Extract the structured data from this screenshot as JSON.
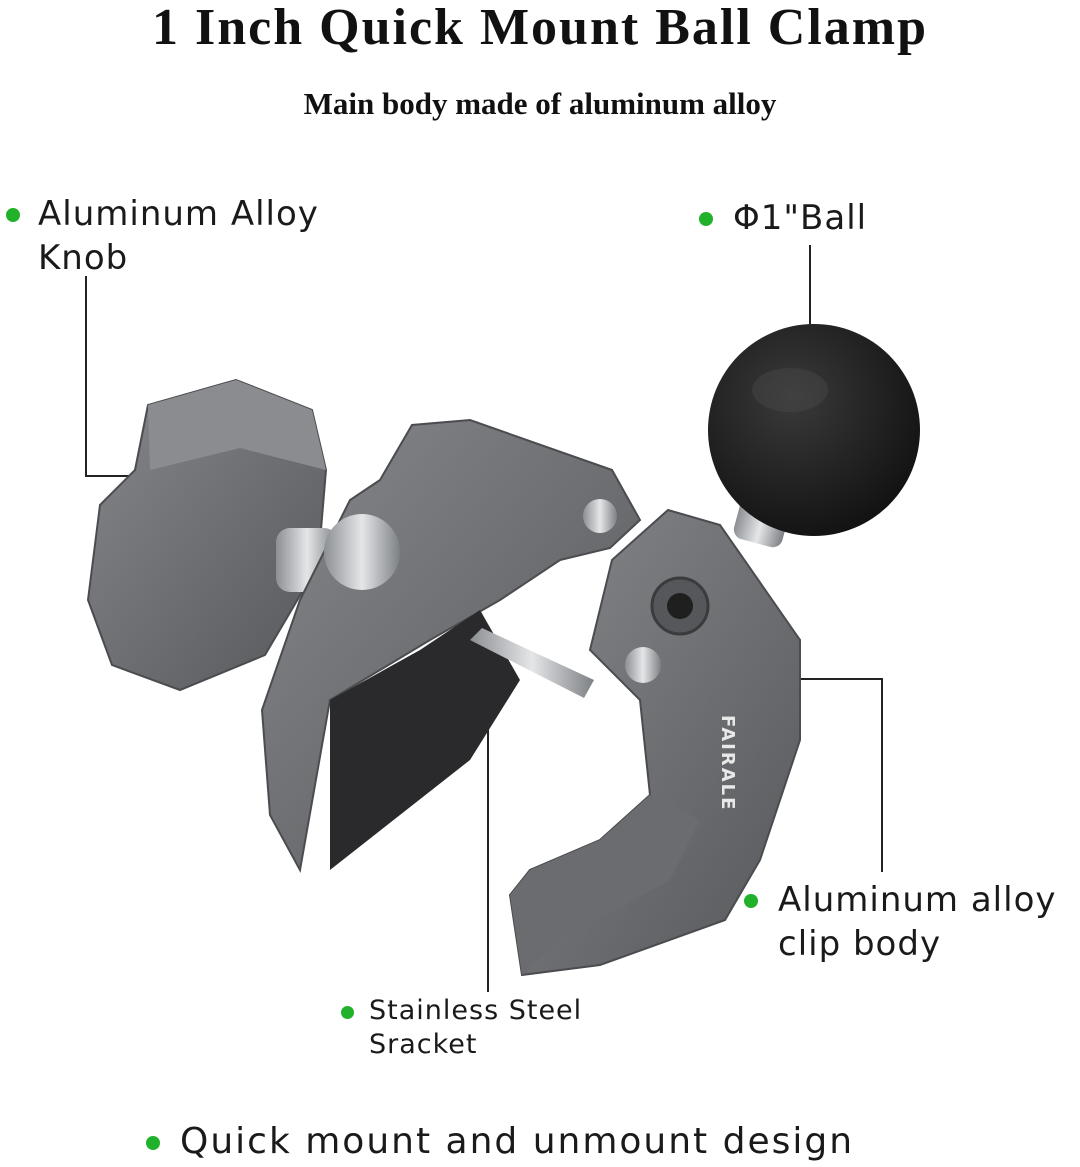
{
  "header": {
    "title": "1 Inch Quick Mount Ball Clamp",
    "subtitle": "Main body made of aluminum alloy"
  },
  "callouts": {
    "knob": {
      "line1": "Aluminum Alloy",
      "line2": "Knob"
    },
    "ball": {
      "line1": "Φ1\"Ball"
    },
    "clip_body": {
      "line1": "Aluminum alloy",
      "line2": "clip body"
    },
    "bracket": {
      "line1": "Stainless Steel",
      "line2": "Sracket"
    },
    "feature": {
      "line1": "Quick mount and unmount design"
    }
  },
  "product": {
    "brand_text": "FAIRALE",
    "colors": {
      "accent_dot": "#22b12a",
      "body_gray": "#6b6d70",
      "ball_black": "#1c1c1c",
      "steel": "#c9cbce"
    }
  }
}
